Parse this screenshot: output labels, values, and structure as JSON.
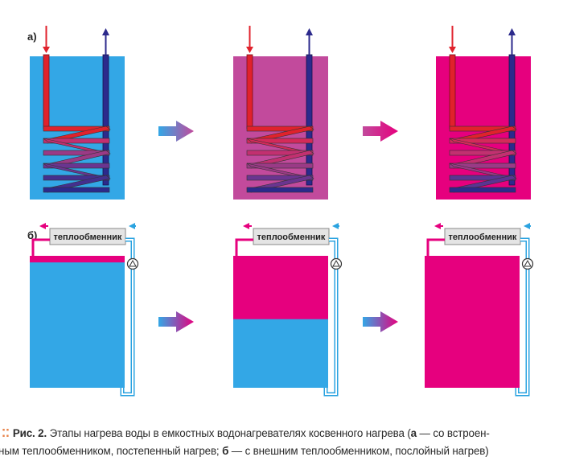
{
  "colors": {
    "cold": "#33a7e6",
    "mid": "#c24a9c",
    "hot": "#e6007e",
    "red_pipe": "#e0222c",
    "blue_pipe": "#2c2a8c",
    "hx_box": "#e4e4e4",
    "caption_dots": "#e8834a"
  },
  "row_a": {
    "label": "а)",
    "stages": [
      "cold",
      "mixing",
      "hot"
    ]
  },
  "row_b": {
    "label": "б)",
    "hx_label": "теплообменник",
    "stages": [
      {
        "hot_fraction": 0.05
      },
      {
        "hot_fraction": 0.48
      },
      {
        "hot_fraction": 1.0
      }
    ]
  },
  "caption": {
    "dots": "⁚⁚",
    "fig_label": "Рис. 2.",
    "text_1": " Этапы нагрева воды в емкостных водонагревателях косвенного нагрева (",
    "letter_a": "а",
    "text_2": " — со встроен-",
    "text_3": "ным теплообменником, постепенный нагрев; ",
    "letter_b": "б",
    "text_4": " — с внешним теплообменником, послойный нагрев)"
  }
}
